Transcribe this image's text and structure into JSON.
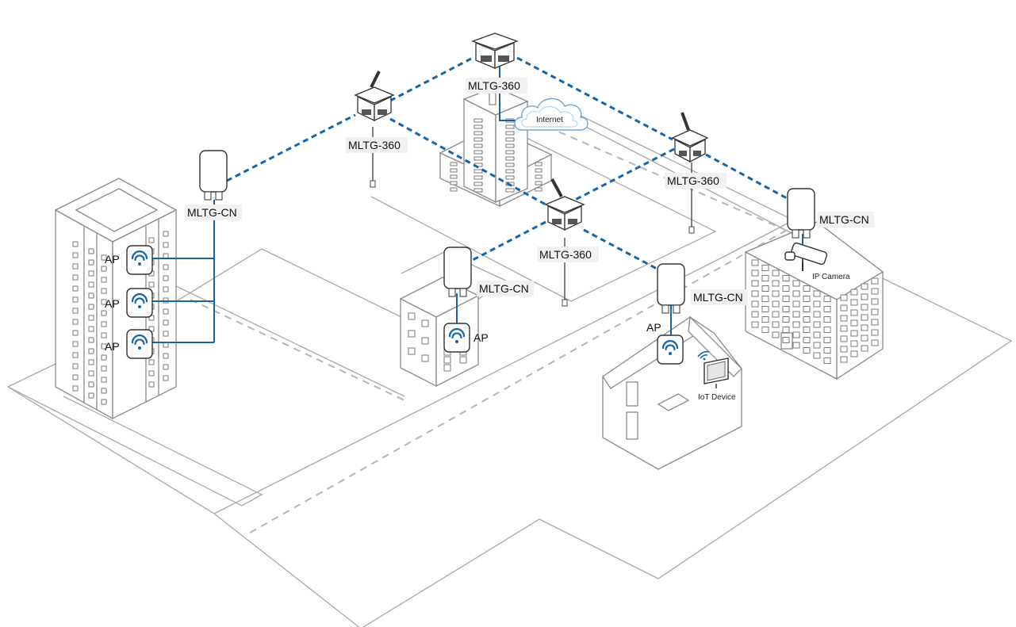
{
  "colors": {
    "link": "#1565a8",
    "outline": "#8a8a8a",
    "label_bg": "#f1f1f1",
    "wifi": "#1565a8"
  },
  "labels": {
    "mltg_360_top": "MLTG-360",
    "mltg_360_left": "MLTG-360",
    "mltg_360_right": "MLTG-360",
    "mltg_360_center": "MLTG-360",
    "mltg_cn_left": "MLTG-CN",
    "mltg_cn_center": "MLTG-CN",
    "mltg_cn_house": "MLTG-CN",
    "mltg_cn_office": "MLTG-CN",
    "ap_tower_1": "AP",
    "ap_tower_2": "AP",
    "ap_tower_3": "AP",
    "ap_center": "AP",
    "ap_house": "AP",
    "internet": "Internet",
    "ip_camera": "IP Camera",
    "iot_device": "IoT Device"
  },
  "icons": {
    "cloud": "cloud-icon",
    "wifi": "wifi-icon",
    "camera": "camera-icon",
    "monitor": "monitor-icon",
    "radio": "radio-unit-icon",
    "antenna": "sector-antenna-icon"
  }
}
